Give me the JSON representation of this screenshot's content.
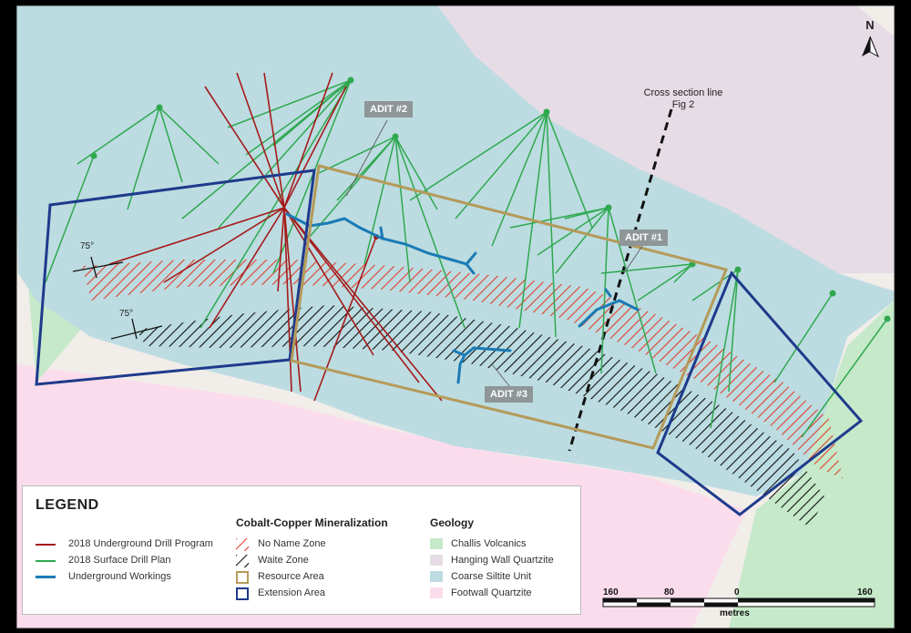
{
  "labels": {
    "north": "N",
    "adit1": "ADIT #1",
    "adit2": "ADIT #2",
    "adit3": "ADIT #3",
    "cross_section_1": "Cross section line",
    "cross_section_2": "Fig 2",
    "dip_upper": "75°",
    "dip_lower": "75°"
  },
  "legend": {
    "title": "LEGEND",
    "drill": {
      "underground": "2018 Underground Drill Program",
      "surface": "2018 Surface Drill Plan",
      "workings": "Underground Workings"
    },
    "mineralization": {
      "title": "Cobalt-Copper Mineralization",
      "no_name": "No Name Zone",
      "waite": "Waite Zone",
      "resource": "Resource Area",
      "extension": "Extension Area"
    },
    "geology": {
      "title": "Geology",
      "challis": "Challis Volcanics",
      "hanging": "Hanging Wall Quartzite",
      "coarse": "Coarse Siltite Unit",
      "footwall": "Footwall Quartzite"
    }
  },
  "scale": {
    "ticks": [
      "160",
      "80",
      "0",
      "160"
    ],
    "unit": "metres"
  },
  "colors": {
    "challis": "#c5e9c9",
    "hanging": "#e6dce6",
    "coarse": "#bcdce1",
    "footwall": "#fbdcec",
    "background": "#f1ede9",
    "surface_drill": "#2fa84f",
    "underground_drill": "#a51a1a",
    "workings": "#1a7ab5",
    "resource": "#b59a5a",
    "extension": "#1e3a8c",
    "no_name_zone": "#e0402f",
    "waite_zone": "#111111"
  }
}
